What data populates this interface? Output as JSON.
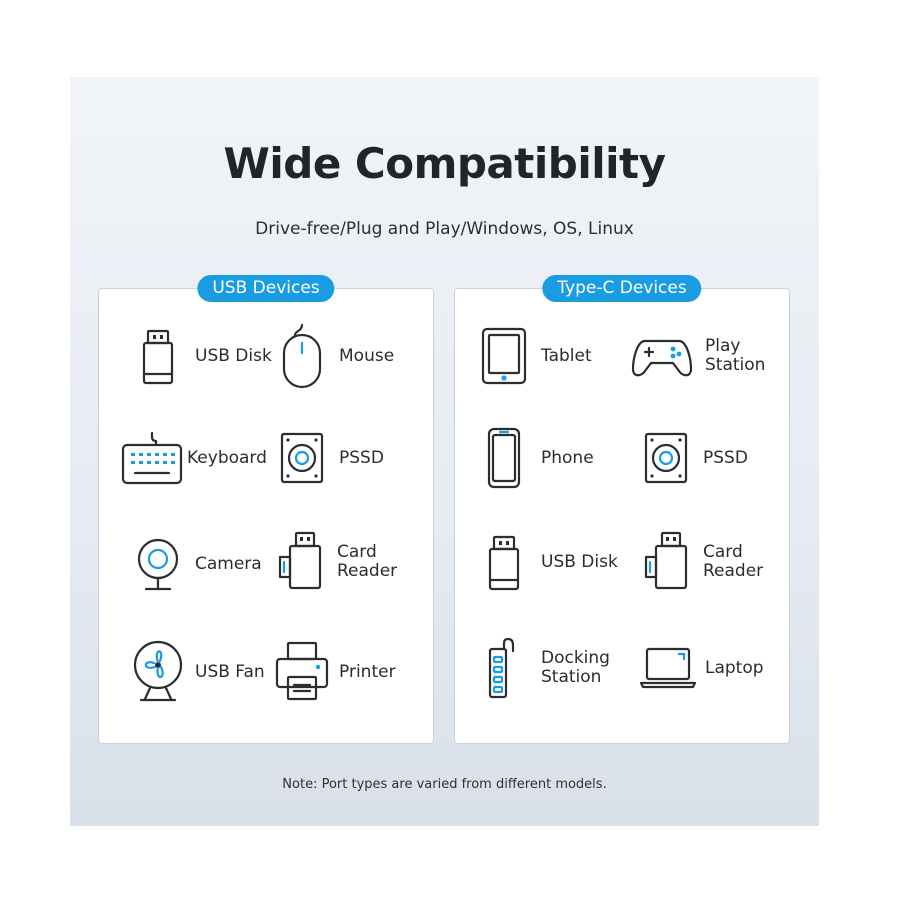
{
  "title": "Wide Compatibility",
  "subtitle": "Drive-free/Plug and Play/Windows, OS, Linux",
  "usb_panel": {
    "heading": "USB Devices",
    "items": [
      {
        "label": "USB Disk",
        "icon": "usb-disk-icon"
      },
      {
        "label": "Mouse",
        "icon": "mouse-icon"
      },
      {
        "label": "Keyboard",
        "icon": "keyboard-icon"
      },
      {
        "label": "PSSD",
        "icon": "pssd-icon"
      },
      {
        "label": "Camera",
        "icon": "camera-icon"
      },
      {
        "label": "Card\nReader",
        "icon": "card-reader-icon"
      },
      {
        "label": "USB Fan",
        "icon": "fan-icon"
      },
      {
        "label": "Printer",
        "icon": "printer-icon"
      }
    ]
  },
  "typec_panel": {
    "heading": "Type-C Devices",
    "items": [
      {
        "label": "Tablet",
        "icon": "tablet-icon"
      },
      {
        "label": "Play\nStation",
        "icon": "gamepad-icon"
      },
      {
        "label": "Phone",
        "icon": "phone-icon"
      },
      {
        "label": "PSSD",
        "icon": "pssd-icon"
      },
      {
        "label": "USB Disk",
        "icon": "usb-disk-icon"
      },
      {
        "label": "Card\nReader",
        "icon": "card-reader-icon"
      },
      {
        "label": "Docking\nStation",
        "icon": "docking-station-icon"
      },
      {
        "label": "Laptop",
        "icon": "laptop-icon"
      }
    ]
  },
  "note": "Note: Port types are varied from different models.",
  "colors": {
    "accent": "#1a9ce3",
    "text": "#222427",
    "panel_border": "#c9d2dd"
  }
}
